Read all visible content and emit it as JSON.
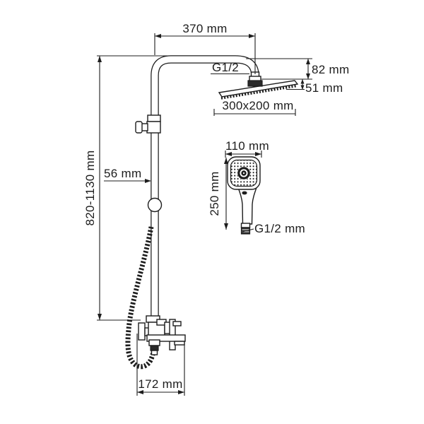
{
  "colors": {
    "background": "#ffffff",
    "ink": "#1d1d1d"
  },
  "diagram": {
    "type": "technical-drawing",
    "subject": "shower-column-system-with-rain-head-hand-shower-and-mixer",
    "dimensions": {
      "arm_length": "370 mm",
      "top_thread": "G1/2",
      "head_offset": "82 mm",
      "head_thickness": "51 mm",
      "head_size": "300x200 mm",
      "column_height": "820-1130 mm",
      "bracket_offset": "56 mm",
      "hand_shower_width": "110 mm",
      "hand_shower_length": "250 mm",
      "hand_shower_thread": "G1/2 mm",
      "spout_reach": "172 mm"
    }
  }
}
